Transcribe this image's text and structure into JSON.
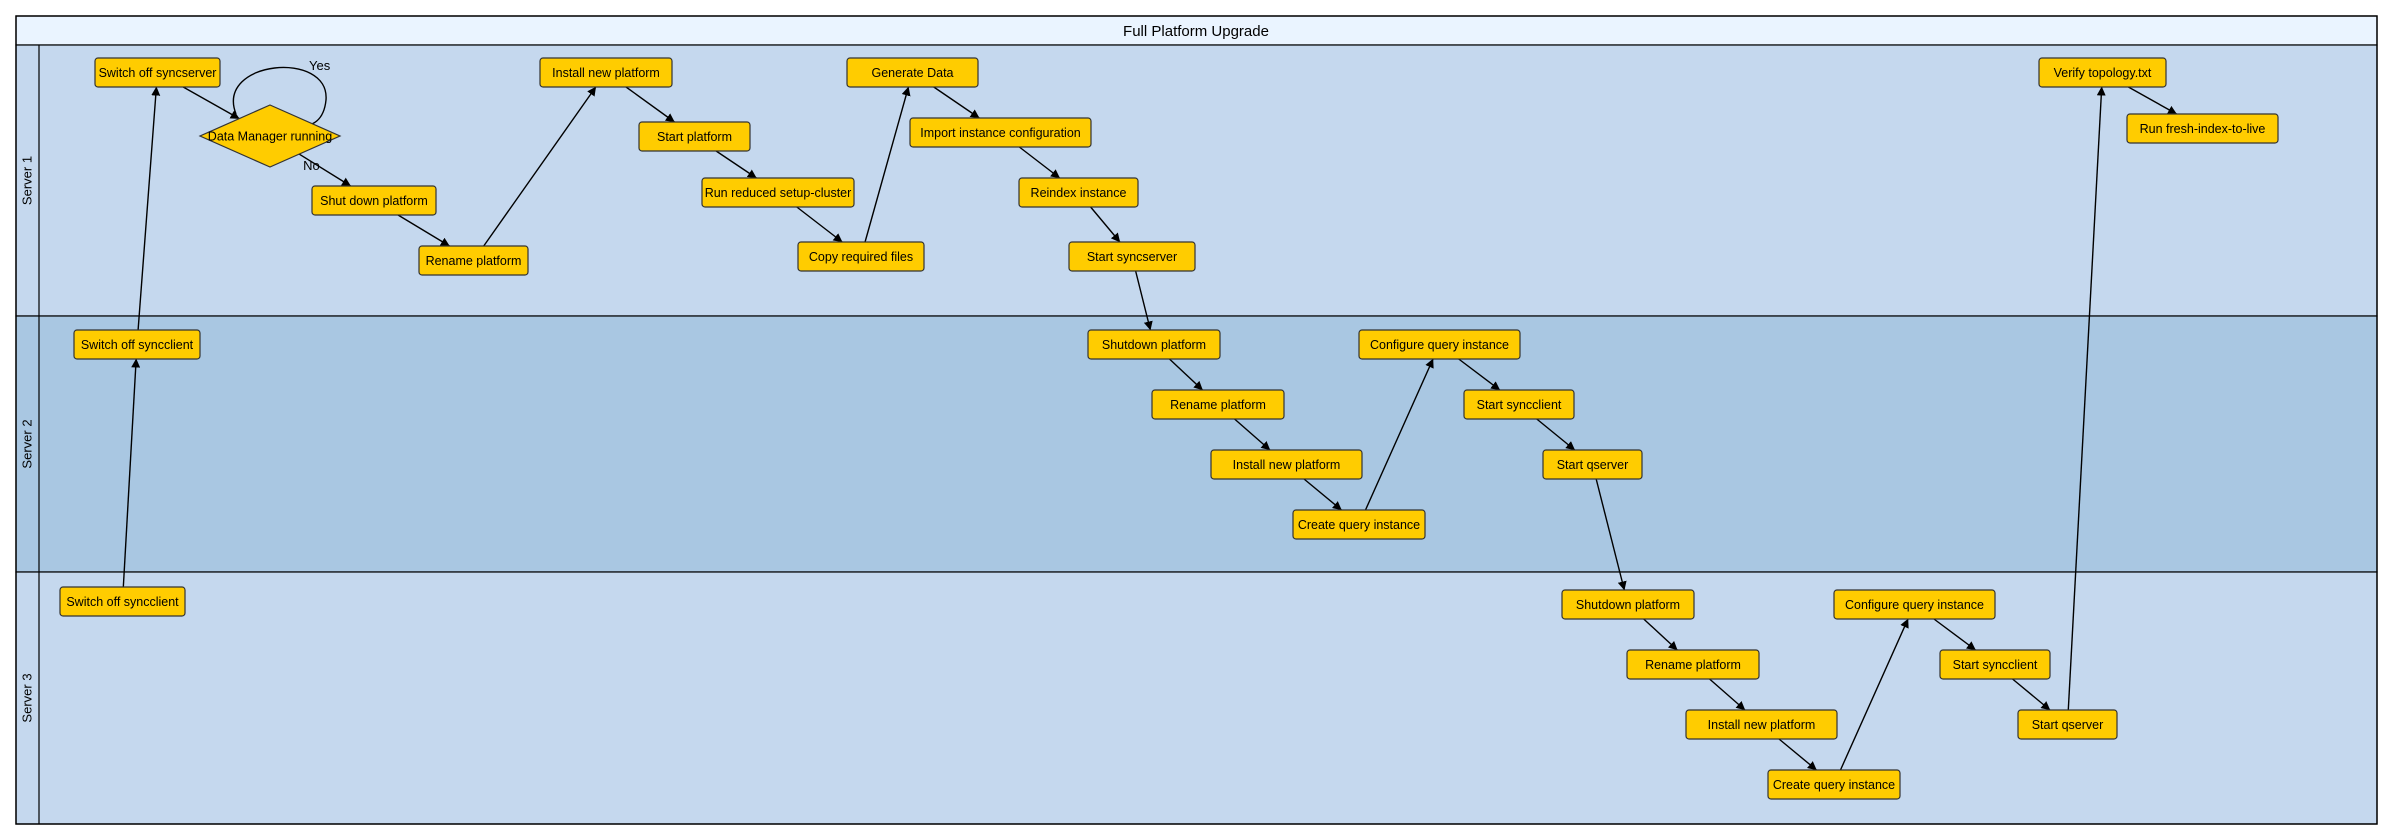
{
  "diagram": {
    "title": "Full Platform Upgrade",
    "colors": {
      "title_bg": "#EAF4FF",
      "lane_light": "#C5D8EE",
      "lane_dark": "#A9C7E2",
      "node_fill": "#FFCC00",
      "node_stroke": "#333333"
    },
    "lanes": [
      {
        "id": "s1",
        "label": "Server 1",
        "shade": "light"
      },
      {
        "id": "s2",
        "label": "Server 2",
        "shade": "dark"
      },
      {
        "id": "s3",
        "label": "Server 3",
        "shade": "light"
      }
    ],
    "nodes": [
      {
        "id": "n1",
        "label": "Switch off syncserver",
        "lane": "s1"
      },
      {
        "id": "d1",
        "label": "Data Manager running",
        "lane": "s1",
        "shape": "diamond"
      },
      {
        "id": "n3",
        "label": "Shut down platform",
        "lane": "s1"
      },
      {
        "id": "n4",
        "label": "Rename platform",
        "lane": "s1"
      },
      {
        "id": "n5",
        "label": "Install new platform",
        "lane": "s1"
      },
      {
        "id": "n6",
        "label": "Start platform",
        "lane": "s1"
      },
      {
        "id": "n7",
        "label": "Run reduced setup-cluster",
        "lane": "s1"
      },
      {
        "id": "n8",
        "label": "Copy required files",
        "lane": "s1"
      },
      {
        "id": "n9",
        "label": "Generate Data",
        "lane": "s1"
      },
      {
        "id": "n10",
        "label": "Import instance configuration",
        "lane": "s1"
      },
      {
        "id": "n11",
        "label": "Reindex instance",
        "lane": "s1"
      },
      {
        "id": "n12",
        "label": "Start syncserver",
        "lane": "s1"
      },
      {
        "id": "n13",
        "label": "Verify topology.txt",
        "lane": "s1"
      },
      {
        "id": "n14",
        "label": "Run fresh-index-to-live",
        "lane": "s1"
      },
      {
        "id": "m1",
        "label": "Switch off syncclient",
        "lane": "s2"
      },
      {
        "id": "m2",
        "label": "Shutdown platform",
        "lane": "s2"
      },
      {
        "id": "m3",
        "label": "Rename platform",
        "lane": "s2"
      },
      {
        "id": "m4",
        "label": "Install new platform",
        "lane": "s2"
      },
      {
        "id": "m5",
        "label": "Create query instance",
        "lane": "s2"
      },
      {
        "id": "m6",
        "label": "Configure query instance",
        "lane": "s2"
      },
      {
        "id": "m7",
        "label": "Start syncclient",
        "lane": "s2"
      },
      {
        "id": "m8",
        "label": "Start qserver",
        "lane": "s2"
      },
      {
        "id": "p1",
        "label": "Switch off syncclient",
        "lane": "s3"
      },
      {
        "id": "p2",
        "label": "Shutdown platform",
        "lane": "s3"
      },
      {
        "id": "p3",
        "label": "Rename platform",
        "lane": "s3"
      },
      {
        "id": "p4",
        "label": "Install new platform",
        "lane": "s3"
      },
      {
        "id": "p5",
        "label": "Create query instance",
        "lane": "s3"
      },
      {
        "id": "p6",
        "label": "Configure query instance",
        "lane": "s3"
      },
      {
        "id": "p7",
        "label": "Start syncclient",
        "lane": "s3"
      },
      {
        "id": "p8",
        "label": "Start qserver",
        "lane": "s3"
      }
    ],
    "edges": [
      {
        "from": "p1",
        "to": "m1"
      },
      {
        "from": "m1",
        "to": "n1"
      },
      {
        "from": "n1",
        "to": "d1"
      },
      {
        "from": "d1",
        "to": "d1",
        "label": "Yes"
      },
      {
        "from": "d1",
        "to": "n3",
        "label": "No"
      },
      {
        "from": "n3",
        "to": "n4"
      },
      {
        "from": "n4",
        "to": "n5"
      },
      {
        "from": "n5",
        "to": "n6"
      },
      {
        "from": "n6",
        "to": "n7"
      },
      {
        "from": "n7",
        "to": "n8"
      },
      {
        "from": "n8",
        "to": "n9"
      },
      {
        "from": "n9",
        "to": "n10"
      },
      {
        "from": "n10",
        "to": "n11"
      },
      {
        "from": "n11",
        "to": "n12"
      },
      {
        "from": "n12",
        "to": "m2"
      },
      {
        "from": "m2",
        "to": "m3"
      },
      {
        "from": "m3",
        "to": "m4"
      },
      {
        "from": "m4",
        "to": "m5"
      },
      {
        "from": "m5",
        "to": "m6"
      },
      {
        "from": "m6",
        "to": "m7"
      },
      {
        "from": "m7",
        "to": "m8"
      },
      {
        "from": "m8",
        "to": "p2"
      },
      {
        "from": "p2",
        "to": "p3"
      },
      {
        "from": "p3",
        "to": "p4"
      },
      {
        "from": "p4",
        "to": "p5"
      },
      {
        "from": "p5",
        "to": "p6"
      },
      {
        "from": "p6",
        "to": "p7"
      },
      {
        "from": "p7",
        "to": "p8"
      },
      {
        "from": "p8",
        "to": "n13"
      },
      {
        "from": "n13",
        "to": "n14"
      }
    ]
  }
}
